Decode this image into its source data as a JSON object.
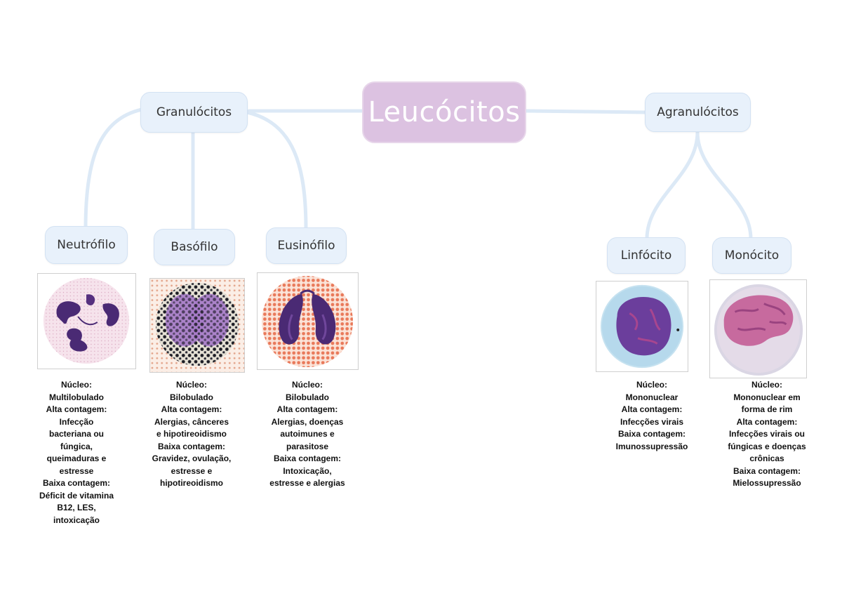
{
  "root": {
    "label": "Leucócitos"
  },
  "groups": {
    "granulocitos": {
      "label": "Granulócitos"
    },
    "agranulocitos": {
      "label": "Agranulócitos"
    }
  },
  "cells": {
    "neutrofilo": {
      "label": "Neutrófilo",
      "image_icon": "neutrophil-icon",
      "lines": [
        "Núcleo:",
        "Multilobulado",
        "Alta contagem:",
        "Infecção",
        "bacteriana ou",
        "fúngica,",
        "queimaduras e",
        "estresse",
        "Baixa contagem:",
        "Déficit de vitamina",
        "B12, LES,",
        "intoxicação"
      ]
    },
    "basofilo": {
      "label": "Basófilo",
      "image_icon": "basophil-icon",
      "lines": [
        "Núcleo:",
        "Bilobulado",
        "Alta contagem:",
        "Alergias, cânceres",
        "e hipotireoidismo",
        "Baixa contagem:",
        "Gravidez, ovulação,",
        "estresse e",
        "hipotireoidismo"
      ]
    },
    "eusinofilo": {
      "label": "Eusinófilo",
      "image_icon": "eosinophil-icon",
      "lines": [
        "Núcleo:",
        "Bilobulado",
        "Alta contagem:",
        "Alergias, doenças",
        "autoimunes e",
        "parasitose",
        "Baixa contagem:",
        "Intoxicação,",
        "estresse e alergias"
      ]
    },
    "linfocito": {
      "label": "Linfócito",
      "image_icon": "lymphocyte-icon",
      "lines": [
        "Núcleo:",
        "Mononuclear",
        "Alta contagem:",
        "Infecções virais",
        "Baixa contagem:",
        "Imunossupressão"
      ]
    },
    "monocito": {
      "label": "Monócito",
      "image_icon": "monocyte-icon",
      "lines": [
        "Núcleo:",
        "Mononuclear em",
        "forma de rim",
        "Alta contagem:",
        "Infecções virais ou",
        "fúngicas e doenças",
        "crônicas",
        "Baixa contagem:",
        "Mielossupressão"
      ]
    }
  },
  "colors": {
    "node_fill": "#e8f1fb",
    "root_fill": "#dcc2e1",
    "connector": "#dce9f6",
    "nucleus": "#4a2a74",
    "granule_eosinophil": "#e9795a",
    "granule_basophil": "#1c1c24"
  }
}
